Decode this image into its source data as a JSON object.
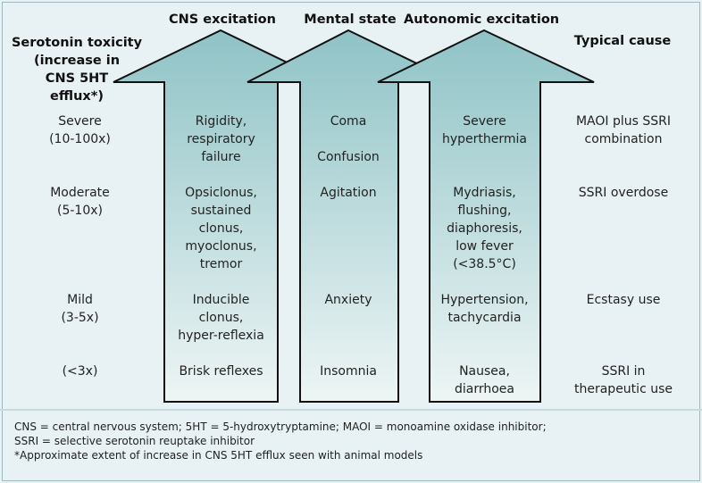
{
  "colors": {
    "background": "#e8f1f3",
    "arrow_fill_top": "#8fc3c6",
    "arrow_fill_bottom": "#eef5f5",
    "arrow_stroke": "#111111"
  },
  "headers": {
    "toxicity": "Serotonin toxicity\n(increase in\nCNS 5HT\nefflux*)",
    "cns": "CNS excitation",
    "mental": "Mental state",
    "autonomic": "Autonomic excitation",
    "cause": "Typical cause"
  },
  "rows": [
    {
      "level": "Severe\n(10-100x)",
      "cns": "Rigidity,\nrespiratory\nfailure",
      "mental": "Coma\n\nConfusion",
      "autonomic": "Severe\nhyperthermia",
      "cause": "MAOI plus SSRI\ncombination"
    },
    {
      "level": "Moderate\n(5-10x)",
      "cns": "Opsiclonus,\nsustained\nclonus,\nmyoclonus,\ntremor",
      "mental": "Agitation",
      "autonomic": "Mydriasis,\nflushing,\ndiaphoresis,\nlow fever\n(<38.5°C)",
      "cause": "SSRI overdose"
    },
    {
      "level": "Mild\n(3-5x)",
      "cns": "Inducible\nclonus,\nhyper-reflexia",
      "mental": "Anxiety",
      "autonomic": "Hypertension,\ntachycardia",
      "cause": "Ecstasy use"
    },
    {
      "level": "(<3x)",
      "cns": "Brisk reflexes",
      "mental": "Insomnia",
      "autonomic": "Nausea,\ndiarrhoea",
      "cause": "SSRI in\ntherapeutic use"
    }
  ],
  "footnotes": [
    "CNS = central nervous system; 5HT = 5-hydroxytryptamine; MAOI = monoamine oxidase inhibitor;",
    "SSRI = selective serotonin reuptake inhibitor",
    "*Approximate extent of increase in CNS 5HT efflux seen with animal models"
  ]
}
